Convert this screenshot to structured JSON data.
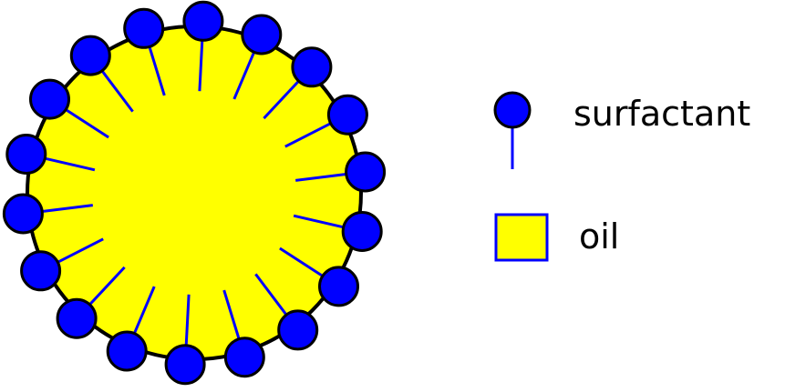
{
  "colors": {
    "oil_fill": "#FFFF00",
    "outline": "#000000",
    "head_fill": "#0000FF",
    "tail_stroke": "#0000FF",
    "background": "#FFFFFF"
  },
  "micelle": {
    "surfactant_count": 18,
    "oil_core": "oil",
    "head": "surfactant"
  },
  "legend": {
    "items": [
      {
        "icon": "surfactant-icon",
        "label": "surfactant"
      },
      {
        "icon": "oil-swatch-icon",
        "label": "oil"
      }
    ]
  }
}
